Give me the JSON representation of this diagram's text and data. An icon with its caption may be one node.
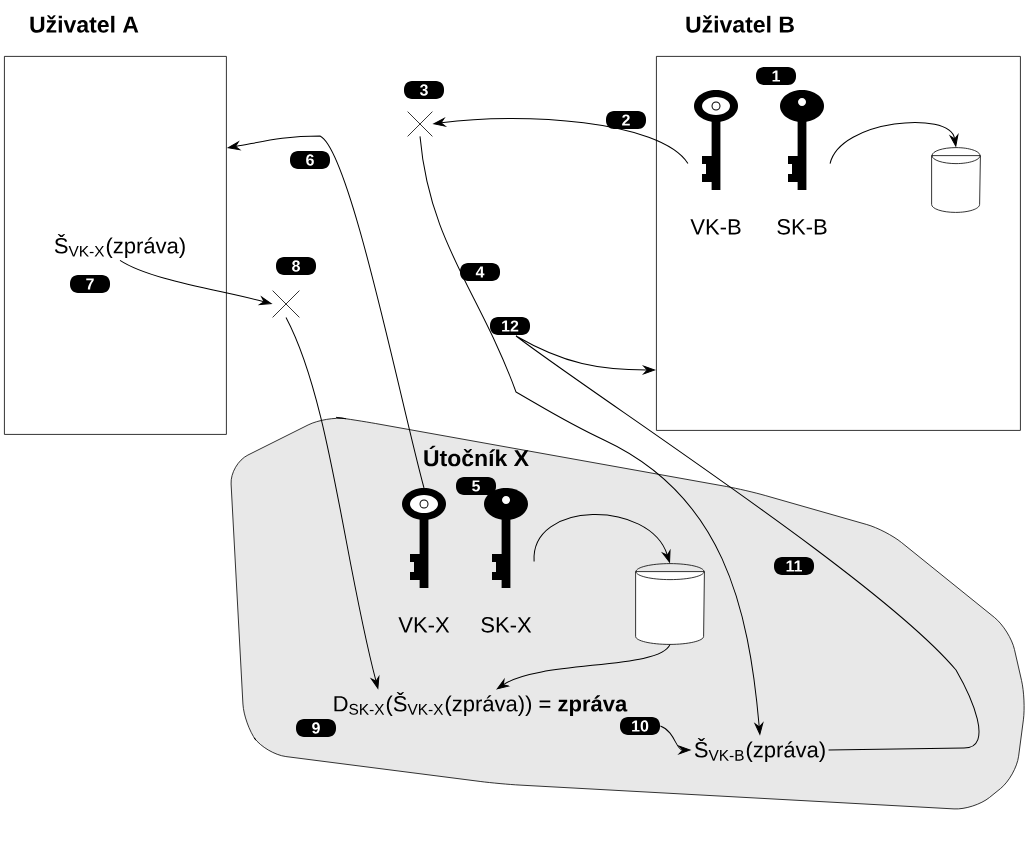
{
  "diagram": {
    "nodes": [
      {
        "text": [
          "Uživatel A"
        ]
      },
      {
        "text": [
          "Uživatel B"
        ]
      },
      {
        "text": [
          "Útočník X"
        ]
      },
      {
        "text": [
          "Š$_{VK-X}$(zpráva)"
        ],
        "in": 0
      },
      {
        "text": [
          "VK-B"
        ],
        "in": 1
      },
      {
        "text": [
          "SK-B"
        ],
        "in": 1
      },
      {
        "text": [],
        "shape": "cylinder",
        "in": 1
      },
      {
        "text": [],
        "shape": "cross"
      },
      {
        "text": [],
        "shape": "cross"
      },
      {
        "text": [
          "VK-X"
        ],
        "in": 2
      },
      {
        "text": [
          "SK-X"
        ],
        "in": 2
      },
      {
        "text": [],
        "shape": "cylinder",
        "in": 2
      },
      {
        "text": [
          "D$_{SK-X}$(Š$_{VK-X}$(zpráva)) = **zpráva**"
        ],
        "in": 2
      },
      {
        "text": [
          "Š$_{VK-B}$(zpráva)"
        ],
        "in": 2
      },
      {
        "text": [
          "10"
        ],
        "in": 2
      }
    ],
    "edges": [
      {
        "from": 4,
        "to": 7,
        "arrow": "to"
      },
      {
        "from": 7,
        "to": 13,
        "arrow": "to"
      },
      {
        "from": 9,
        "to": 0,
        "arrow": "to"
      },
      {
        "from": 3,
        "to": 8,
        "arrow": "to"
      },
      {
        "from": 8,
        "to": 12,
        "arrow": "to"
      },
      {
        "from": 5,
        "to": 6,
        "arrow": "to"
      },
      {
        "from": 10,
        "to": 11,
        "arrow": "to"
      },
      {
        "from": 11,
        "to": 12,
        "arrow": "to"
      },
      {
        "from": 14,
        "to": 13,
        "arrow": "to"
      },
      {
        "from": 13,
        "to": 1,
        "arrow": "to"
      }
    ],
    "labels": [
      "1",
      "3",
      "2",
      "6",
      "7",
      "8",
      "4",
      "12",
      "5",
      "11",
      "9"
    ]
  }
}
